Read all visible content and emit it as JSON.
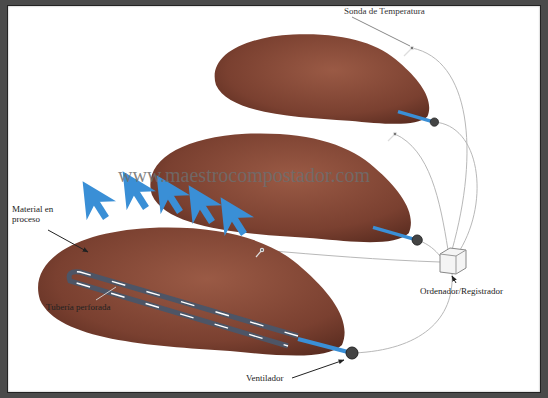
{
  "diagram": {
    "labels": [
      "Sonda de Temperatura",
      "www.maestrocompostador.com",
      "Material en proceso",
      "Tubería perforada",
      "Ventilador",
      "Ordenador/Registrador"
    ]
  }
}
